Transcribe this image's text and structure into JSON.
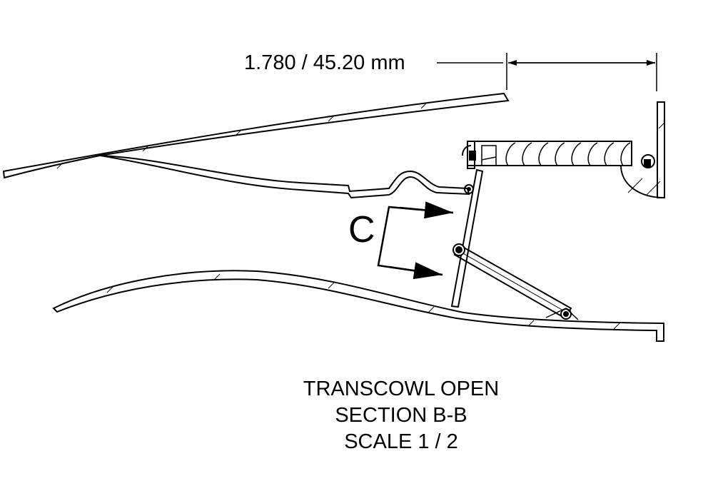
{
  "dimension": {
    "label": "1.780 / 45.20 mm"
  },
  "view_label": "C",
  "caption": {
    "line1": "TRANSCOWL OPEN",
    "line2": "SECTION B-B",
    "line3": "SCALE 1 / 2"
  },
  "colors": {
    "ink": "#000000",
    "background": "#ffffff"
  }
}
